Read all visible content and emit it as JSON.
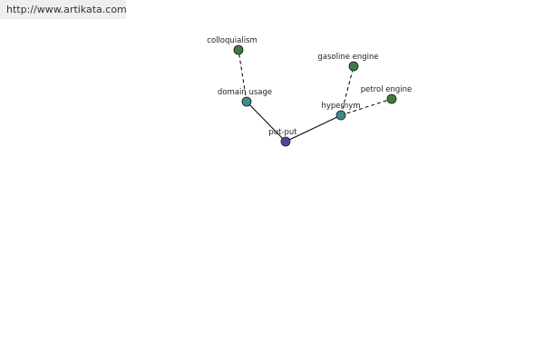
{
  "header": {
    "url": "http://www.artikata.com",
    "bar_color": "#efefef"
  },
  "graph": {
    "nodes": [
      {
        "id": "put-put",
        "label": "put-put",
        "color": "#4a4a9a"
      },
      {
        "id": "domain-usage",
        "label": "domain usage",
        "color": "#3f8a8a"
      },
      {
        "id": "hypernym",
        "label": "hypernym",
        "color": "#3f8a8a"
      },
      {
        "id": "colloquialism",
        "label": "colloquialism",
        "color": "#3f7a3f"
      },
      {
        "id": "gasoline-engine",
        "label": "gasoline engine",
        "color": "#3f7a3f"
      },
      {
        "id": "petrol-engine",
        "label": "petrol engine",
        "color": "#3f7a3f"
      }
    ],
    "edges": [
      {
        "from": "put-put",
        "to": "domain-usage",
        "style": "solid"
      },
      {
        "from": "put-put",
        "to": "hypernym",
        "style": "solid"
      },
      {
        "from": "domain-usage",
        "to": "colloquialism",
        "style": "dashed"
      },
      {
        "from": "hypernym",
        "to": "gasoline-engine",
        "style": "dashed"
      },
      {
        "from": "hypernym",
        "to": "petrol-engine",
        "style": "dashed"
      }
    ]
  }
}
